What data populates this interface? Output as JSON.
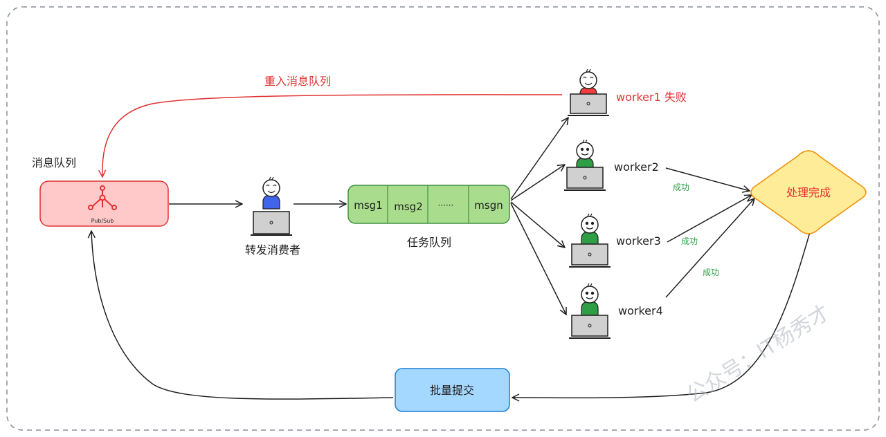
{
  "labels": {
    "requeue": "重入消息队列",
    "mq_title": "消息队列",
    "pubsub": "Pub/Sub",
    "forwarder": "转发消费者",
    "task_queue": "任务队列",
    "done": "处理完成",
    "batch_commit": "批量提交",
    "watermark": "公众号：IT杨秀才"
  },
  "task_queue_cells": [
    "msg1",
    "msg2",
    "······",
    "msgn"
  ],
  "workers": [
    {
      "label": "worker1 失败",
      "status": "failed"
    },
    {
      "label": "worker2",
      "status": "ok",
      "edge": "成功"
    },
    {
      "label": "worker3",
      "status": "ok",
      "edge": "成功"
    },
    {
      "label": "worker4",
      "status": "ok",
      "edge": "成功"
    }
  ],
  "colors": {
    "mq_fill": "#ffc9c9",
    "mq_stroke": "#e03131",
    "queue_fill": "#a9dd8d",
    "queue_stroke": "#3f9142",
    "done_fill": "#ffec99",
    "done_stroke": "#f08c00",
    "batch_fill": "#a5d8ff",
    "batch_stroke": "#1c7ed6",
    "failed_text": "#e03131",
    "success_text": "#2f9e44",
    "forwarder_shirt": "#4263eb",
    "worker_failed_shirt": "#f03e3e",
    "worker_ok_shirt": "#2f9e44"
  }
}
